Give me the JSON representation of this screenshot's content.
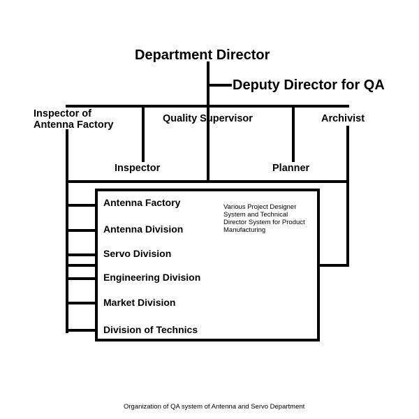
{
  "nodes": {
    "department_director": "Department Director",
    "deputy_director": "Deputy Director for QA",
    "inspector_antenna_factory": [
      "Inspector of",
      "Antenna Factory"
    ],
    "quality_supervisor": "Quality Supervisor",
    "archivist": "Archivist",
    "inspector": "Inspector",
    "planner": "Planner"
  },
  "divisions": [
    "Antenna Factory",
    "Antenna Division",
    "Servo Division",
    "Engineering Division",
    "Market Division",
    "Division of Technics"
  ],
  "note": [
    "Various Project Designer",
    "System and Technical",
    "Director System for Product",
    "Manufacturing"
  ],
  "caption": "Organization of QA system of Antenna and Servo Department"
}
